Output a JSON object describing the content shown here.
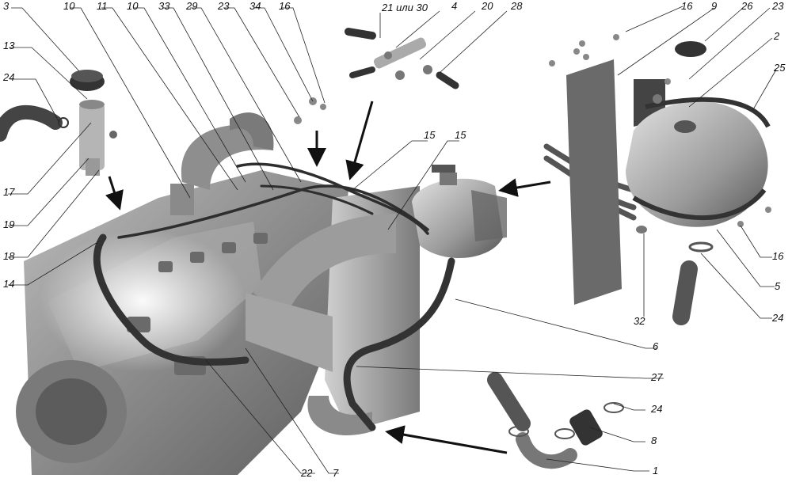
{
  "diagram": {
    "callouts": [
      "3",
      "10",
      "11",
      "10",
      "33",
      "29",
      "23",
      "34",
      "16",
      "21 или 30",
      "4",
      "20",
      "28",
      "16",
      "9",
      "26",
      "23",
      "2",
      "25",
      "13",
      "24",
      "17",
      "19",
      "18",
      "14",
      "15",
      "15",
      "16",
      "5",
      "24",
      "32",
      "6",
      "27",
      "24",
      "8",
      "1",
      "22",
      "7"
    ]
  }
}
